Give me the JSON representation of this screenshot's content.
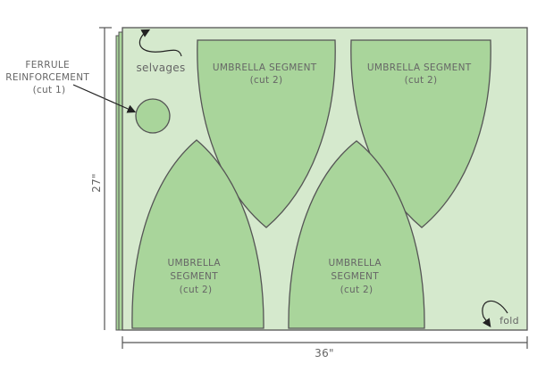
{
  "labels": {
    "ferrule": [
      "FERRULE",
      "REINFORCEMENT",
      "(cut 1)"
    ],
    "selvages": "selvages",
    "fold": "fold",
    "segment_top_left": [
      "UMBRELLA SEGMENT",
      "(cut 2)"
    ],
    "segment_top_right": [
      "UMBRELLA SEGMENT",
      "(cut 2)"
    ],
    "segment_bottom_left": [
      "UMBRELLA",
      "SEGMENT",
      "(cut 2)"
    ],
    "segment_bottom_right": [
      "UMBRELLA",
      "SEGMENT",
      "(cut 2)"
    ],
    "height_dimension": "27\"",
    "width_dimension": "36\""
  },
  "colors": {
    "fabric": "#d5e9cd",
    "pattern_piece": "#a9d59b",
    "outline": "#555555"
  }
}
